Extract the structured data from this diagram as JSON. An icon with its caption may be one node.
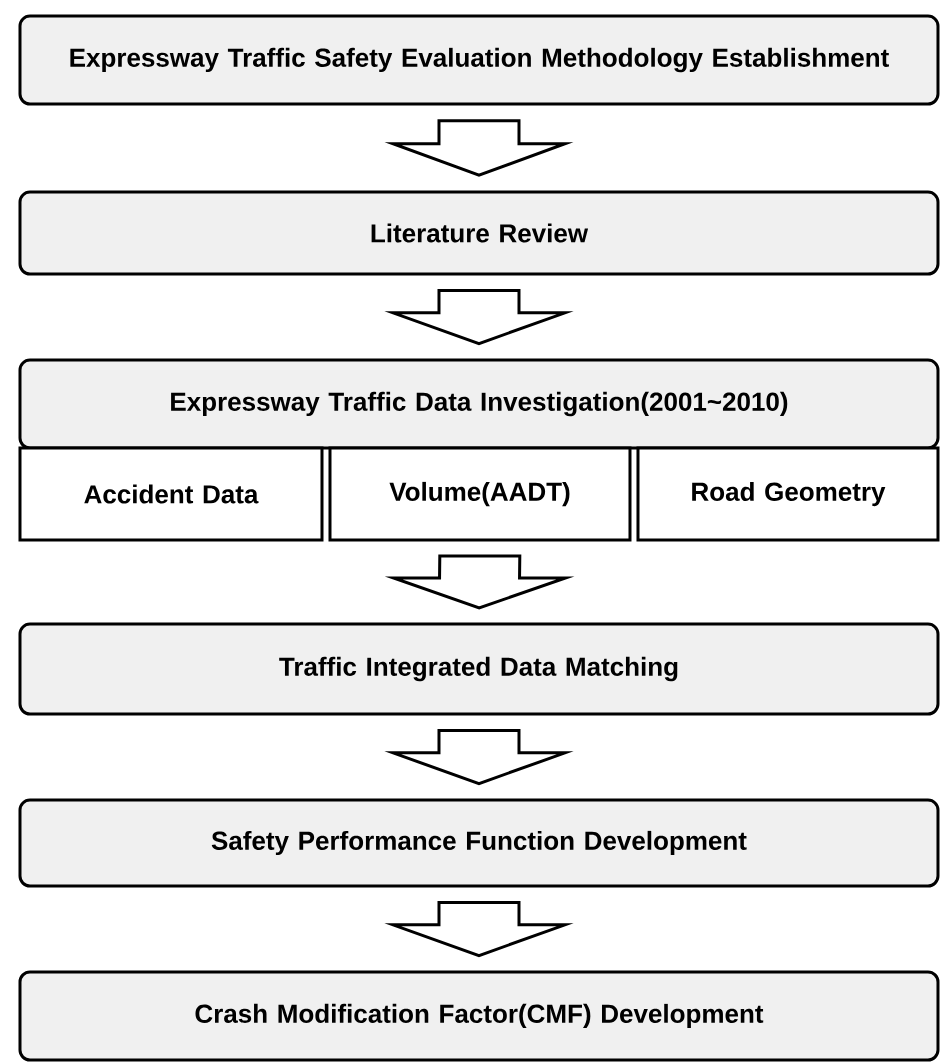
{
  "diagram": {
    "nodes": [
      {
        "text": [
          "Expressway Traffic Safety Evaluation Methodology Establishment"
        ]
      },
      {
        "text": [
          "Literature Review"
        ]
      },
      {
        "text": [
          "Expressway Traffic Data Investigation(2001~2010)"
        ]
      },
      {
        "text": [
          "Accident Data"
        ]
      },
      {
        "text": [
          "Volume(AADT)"
        ]
      },
      {
        "text": [
          "Road Geometry"
        ]
      },
      {
        "text": [
          "Traffic Integrated Data Matching"
        ]
      },
      {
        "text": [
          "Safety Performance Function Development"
        ]
      },
      {
        "text": [
          "Crash Modification Factor(CMF) Development"
        ]
      }
    ],
    "edges": [
      {
        "from": 0,
        "to": 1,
        "arrow": "to"
      },
      {
        "from": 1,
        "to": 2,
        "arrow": "to"
      },
      {
        "from": 4,
        "to": 6,
        "arrow": "to"
      },
      {
        "from": 6,
        "to": 7,
        "arrow": "to"
      },
      {
        "from": 7,
        "to": 8,
        "arrow": "to"
      }
    ]
  }
}
